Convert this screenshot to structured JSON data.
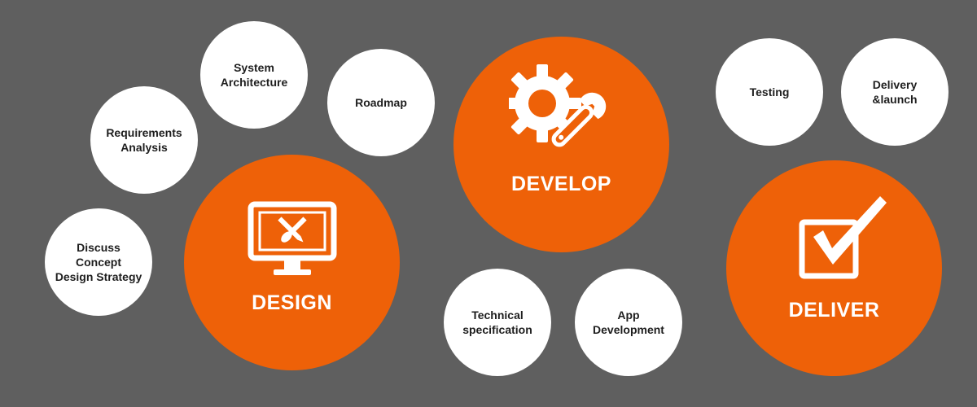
{
  "colors": {
    "background": "#5f5f5f",
    "accent": "#ee6108",
    "bubble": "#ffffff",
    "bubble_text": "#1e1e1e"
  },
  "stages": {
    "design": {
      "label": "DESIGN",
      "icon": "monitor-pen-brush-icon"
    },
    "develop": {
      "label": "DEVELOP",
      "icon": "gear-wrench-icon"
    },
    "deliver": {
      "label": "DELIVER",
      "icon": "checkbox-check-icon"
    }
  },
  "steps": {
    "discuss_concept": "Discuss Concept\nDesign Strategy",
    "requirements": "Requirements\nAnalysis",
    "system_architecture": "System\nArchitecture",
    "roadmap": "Roadmap",
    "technical_spec": "Technical\nspecification",
    "app_development": "App\nDevelopment",
    "testing": "Testing",
    "delivery_launch": "Delivery\n&launch"
  }
}
